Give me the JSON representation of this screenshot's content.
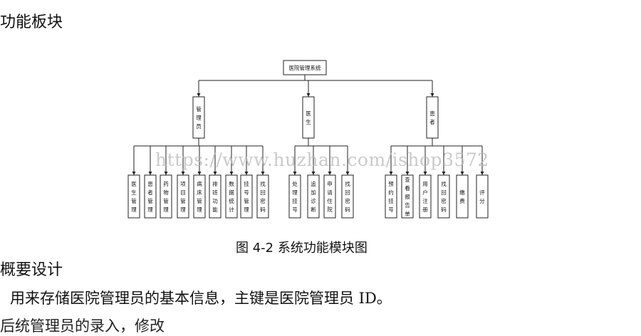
{
  "section_heading": "功能板块",
  "diagram": {
    "root": "医院管理系统",
    "groups": [
      {
        "label": "管理员",
        "children": [
          "医生管理",
          "患者管理",
          "药物管理",
          "项目管理",
          "病床管理",
          "排班功能",
          "数据统计",
          "挂号管理",
          "找回密码"
        ]
      },
      {
        "label": "医生",
        "children": [
          "处理挂号",
          "追加诊断",
          "申请住院",
          "找回密码"
        ]
      },
      {
        "label": "患者",
        "children": [
          "预约挂号",
          "查看报告单",
          "用户注册",
          "找回密码",
          "缴费",
          "评分"
        ]
      }
    ]
  },
  "watermark": "https://www.huzhan.com/ishop3572",
  "caption": "图 4-2 系统功能模块图",
  "sub_heading": "概要设计",
  "body_text": "用来存储医院管理员的基本信息，主键是医院管理员 ID。",
  "cutoff_text": "后统管理员的录入，修改"
}
